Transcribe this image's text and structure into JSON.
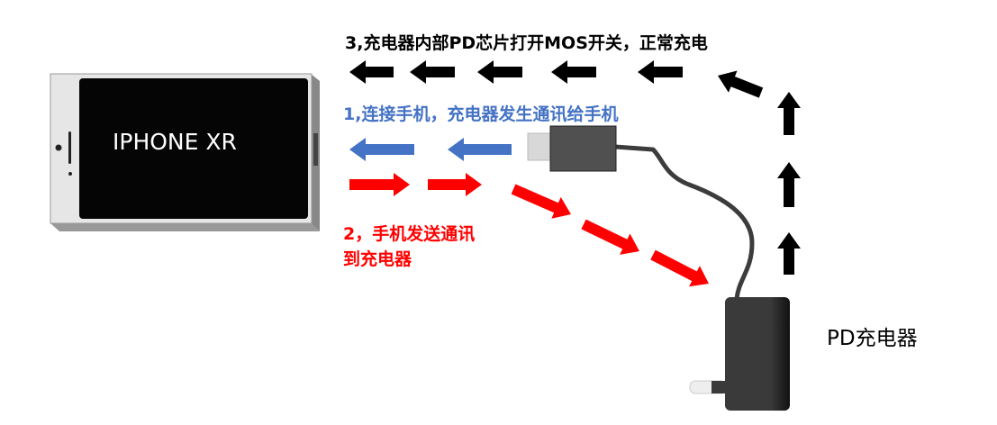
{
  "phone": {
    "label": "IPHONE XR"
  },
  "charger": {
    "label": "PD充电器"
  },
  "steps": {
    "step1": "1,连接手机，充电器发生通讯给手机",
    "step2_line1": "2，手机发送通讯",
    "step2_line2": "到充电器",
    "step3": "3,充电器内部PD芯片打开MOS开关，正常充电"
  },
  "colors": {
    "step1": "#4472c4",
    "step2": "#ff0000",
    "step3": "#000000"
  }
}
